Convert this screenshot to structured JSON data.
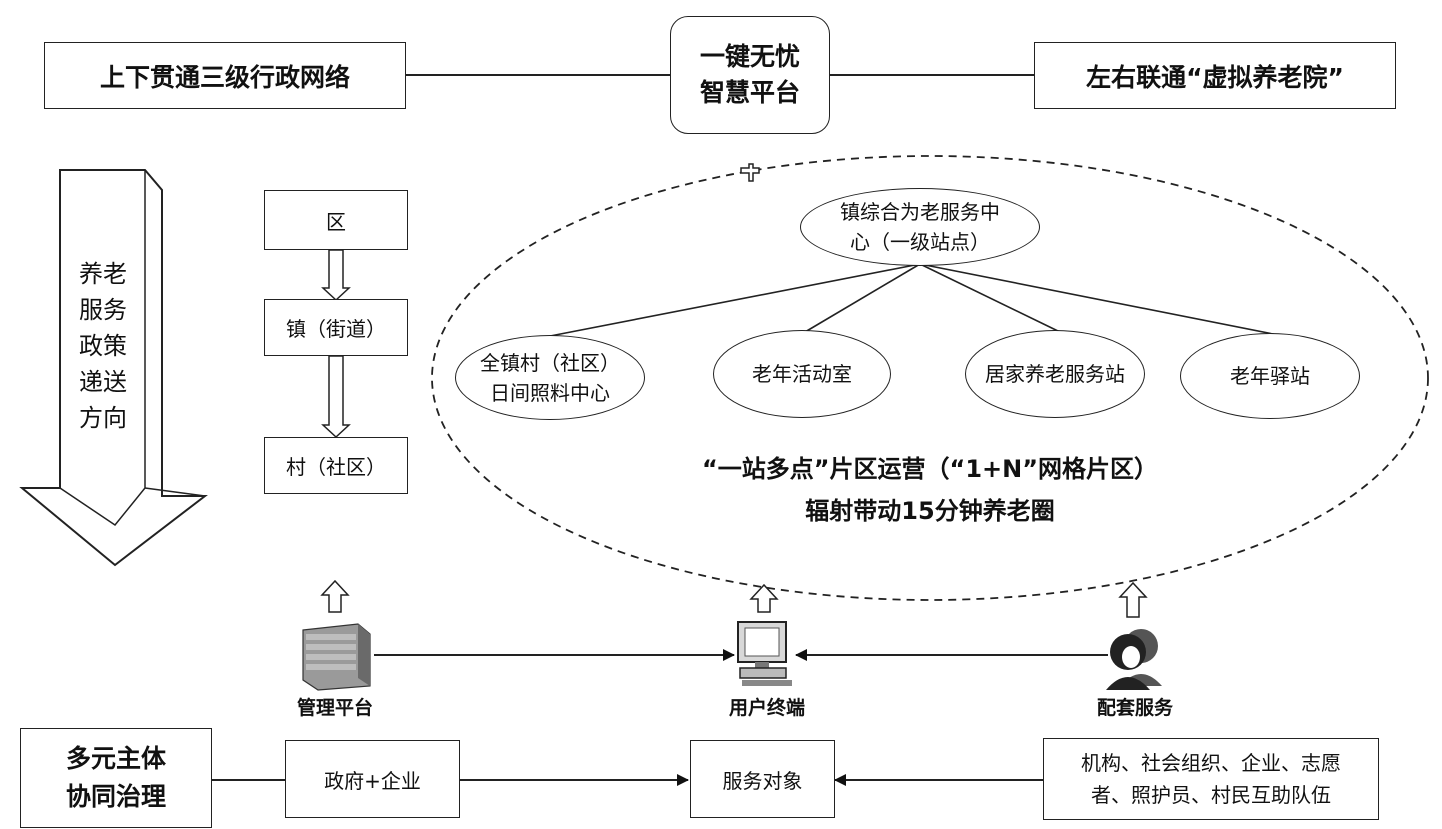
{
  "top": {
    "left_box": "上下贯通三级行政网络",
    "center_line1": "一键无忧",
    "center_line2": "智慧平台",
    "right_box": "左右联通“虚拟养老院”"
  },
  "policy_arrow": {
    "chars": [
      "养老",
      "服务",
      "政策",
      "递送",
      "方向"
    ]
  },
  "admin_levels": {
    "district": "区",
    "town": "镇（街道）",
    "village": "村（社区）"
  },
  "network": {
    "center_line1": "镇综合为老服务中",
    "center_line2": "心（一级站点）",
    "node1_line1": "全镇村（社区）",
    "node1_line2": "日间照料中心",
    "node2": "老年活动室",
    "node3": "居家养老服务站",
    "node4": "老年驿站",
    "caption_line1": "“一站多点”片区运营（“1+N”网格片区）",
    "caption_line2": "辐射带动15分钟养老圈"
  },
  "icons_row": {
    "server_label": "管理平台",
    "computer_label": "用户终端",
    "people_label": "配套服务"
  },
  "bottom": {
    "governance_line1": "多元主体",
    "governance_line2": "协同治理",
    "gov_enterprise": "政府+企业",
    "service_target": "服务对象",
    "providers_line1": "机构、社会组织、企业、志愿",
    "providers_line2": "者、照护员、村民互助队伍"
  }
}
